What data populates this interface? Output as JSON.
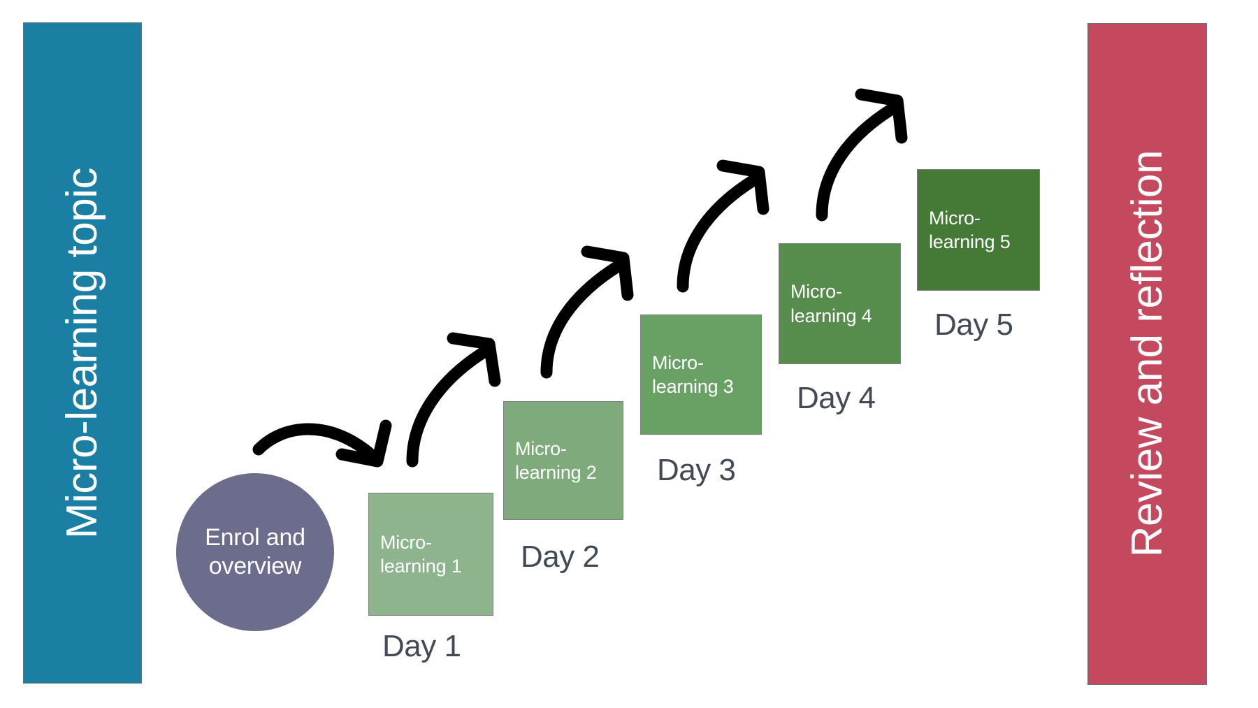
{
  "diagram": {
    "title_left": "Micro-learning topic",
    "title_right": "Review and reflection",
    "start_node": {
      "label": "Enrol and overview",
      "shape": "circle",
      "color": "#6c6c8c",
      "text_color": "#ffffff"
    },
    "steps": [
      {
        "label": "Micro-learning 1",
        "day": "Day 1",
        "color": "#8eb48d"
      },
      {
        "label": "Micro-learning 2",
        "day": "Day 2",
        "color": "#7fab7c"
      },
      {
        "label": "Micro-learning 3",
        "day": "Day 3",
        "color": "#69a165"
      },
      {
        "label": "Micro-learning 4",
        "day": "Day 4",
        "color": "#568c4c"
      },
      {
        "label": "Micro-learning 5",
        "day": "Day 5",
        "color": "#447a35"
      }
    ],
    "arrows": [
      {
        "name": "arrow-circle-to-step-1",
        "direction": "down-right"
      },
      {
        "name": "arrow-step-1-to-step-2",
        "direction": "up-right"
      },
      {
        "name": "arrow-step-2-to-step-3",
        "direction": "up-right"
      },
      {
        "name": "arrow-step-3-to-step-4",
        "direction": "up-right"
      },
      {
        "name": "arrow-step-4-to-step-5",
        "direction": "up-right"
      }
    ],
    "colors": {
      "bar_left": "#1a7fa3",
      "bar_right": "#c4495f",
      "arrow": "#000000",
      "caption_text": "#424a55",
      "background": "#ffffff",
      "box_border": "#7d7d84"
    }
  }
}
